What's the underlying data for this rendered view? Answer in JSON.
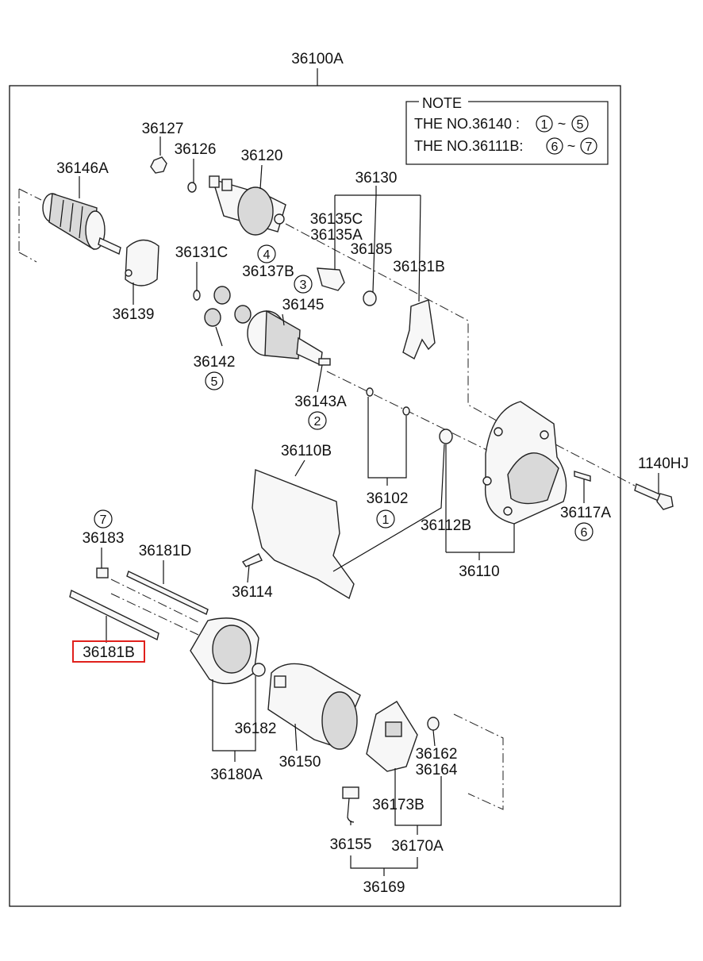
{
  "assembly_label": "36100A",
  "note": {
    "title": "NOTE",
    "line1_prefix": "THE NO.36140 :",
    "line1_from": "1",
    "line1_to": "5",
    "line2_prefix": "THE NO.36111B:",
    "line2_from": "6",
    "line2_to": "7",
    "range_sep": "~"
  },
  "labels": {
    "p36127": "36127",
    "p36126": "36126",
    "p36120": "36120",
    "p36146A": "36146A",
    "p36130": "36130",
    "p36135C": "36135C",
    "p36135A": "36135A",
    "p36185": "36185",
    "p36131B": "36131B",
    "p36131C": "36131C",
    "p36137B": "36137B",
    "p36145": "36145",
    "p36139": "36139",
    "p36142": "36142",
    "p36143A": "36143A",
    "p36110B": "36110B",
    "p1140HJ": "1140HJ",
    "p36102": "36102",
    "p36117A": "36117A",
    "p36112B": "36112B",
    "p36183": "36183",
    "p36181D": "36181D",
    "p36114": "36114",
    "p36110": "36110",
    "p36181B": "36181B",
    "p36182": "36182",
    "p36150": "36150",
    "p36162": "36162",
    "p36164": "36164",
    "p36180A": "36180A",
    "p36173B": "36173B",
    "p36155": "36155",
    "p36170A": "36170A",
    "p36169": "36169"
  },
  "callouts": {
    "c4": "4",
    "c3": "3",
    "c5": "5",
    "c2": "2",
    "c1": "1",
    "c7": "7",
    "c6": "6"
  },
  "highlight_color": "#e0201c"
}
